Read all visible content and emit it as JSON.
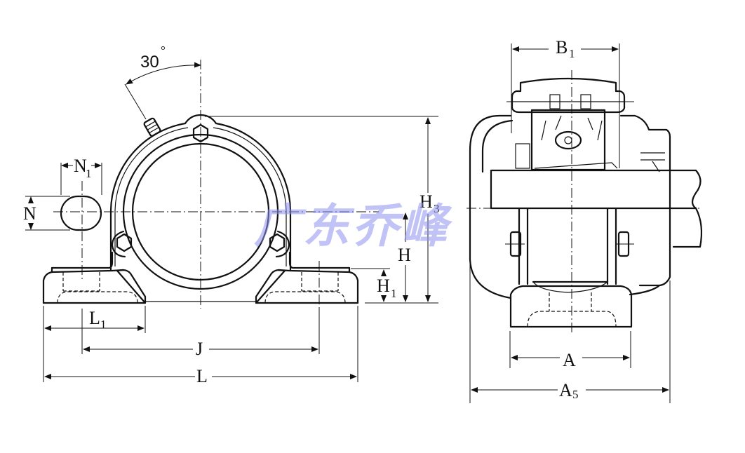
{
  "watermark": "广东乔峰",
  "angle_label": "30",
  "angle_unit": "°",
  "front_view": {
    "labels": {
      "N1": "N",
      "N1_sub": "1",
      "N": "N",
      "H3": "H",
      "H3_sub": "3",
      "H": "H",
      "H1": "H",
      "H1_sub": "1",
      "L1": "L",
      "L1_sub": "1",
      "J": "J",
      "L": "L"
    }
  },
  "side_view": {
    "labels": {
      "B1": "B",
      "B1_sub": "1",
      "A": "A",
      "A5": "A",
      "A5_sub": "5"
    }
  }
}
